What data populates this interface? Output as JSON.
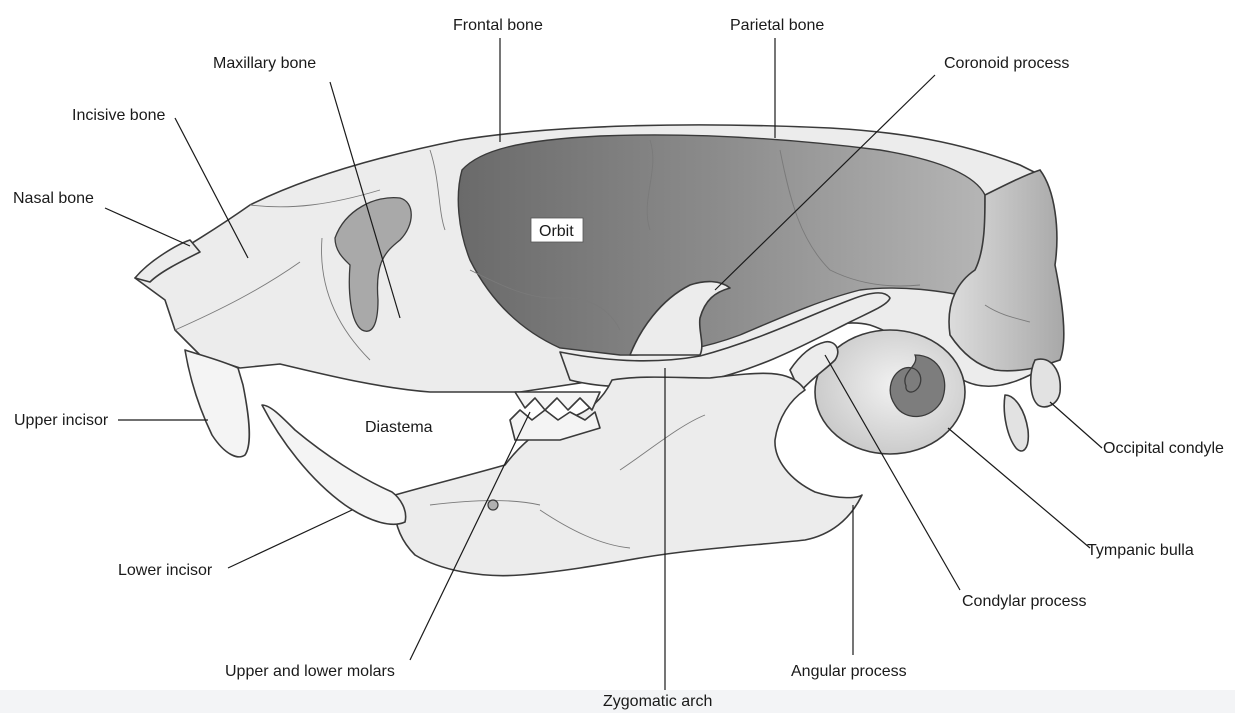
{
  "diagram": {
    "labels": {
      "frontal_bone": "Frontal bone",
      "parietal_bone": "Parietal bone",
      "maxillary_bone": "Maxillary bone",
      "coronoid_process": "Coronoid process",
      "incisive_bone": "Incisive bone",
      "nasal_bone": "Nasal bone",
      "orbit": "Orbit",
      "upper_incisor": "Upper incisor",
      "diastema": "Diastema",
      "occipital_condyle": "Occipital condyle",
      "tympanic_bulla": "Tympanic bulla",
      "lower_incisor": "Lower incisor",
      "condylar_process": "Condylar process",
      "upper_lower_molars": "Upper and lower molars",
      "angular_process": "Angular process",
      "zygomatic_arch": "Zygomatic arch"
    }
  }
}
